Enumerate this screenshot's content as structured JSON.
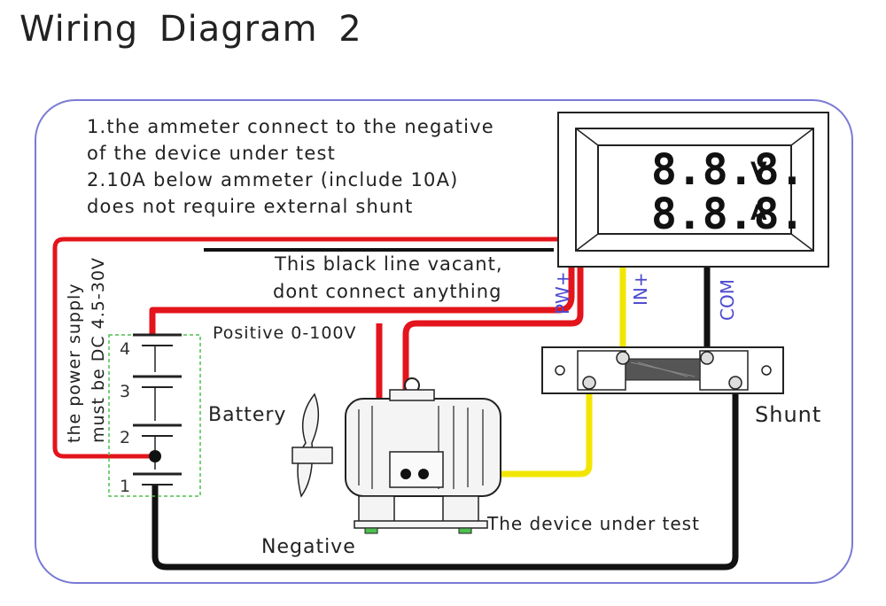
{
  "title": "Wiring Diagram 2",
  "notes": {
    "line1": "1.the ammeter connect to the negative",
    "line2": "of the device under test",
    "line3": "2.10A below ammeter (include 10A)",
    "line4": "does not require external shunt"
  },
  "black_line_note": {
    "line1": "This black line vacant,",
    "line2": "dont connect anything"
  },
  "meter": {
    "volt_reading": "8.8.8.",
    "amp_reading": "8.8.8.",
    "volt_unit": "V",
    "amp_unit": "A"
  },
  "pins": {
    "pw": "PW+",
    "in": "IN+",
    "com": "COM"
  },
  "labels": {
    "positive": "Positive 0-100V",
    "battery": "Battery",
    "shunt": "Shunt",
    "negative": "Negative",
    "device": "The device under test",
    "power_line1": "the power supply",
    "power_line2": "must be DC 4.5-30V"
  },
  "battery_cells": [
    "4",
    "3",
    "2",
    "1"
  ],
  "colors": {
    "border": "#7a7ad6",
    "red_wire": "#e3141b",
    "yellow_wire": "#f2e600",
    "black_wire": "#111111",
    "pin_label": "#4a4ad0",
    "battery_box": "#4fbf4f"
  }
}
